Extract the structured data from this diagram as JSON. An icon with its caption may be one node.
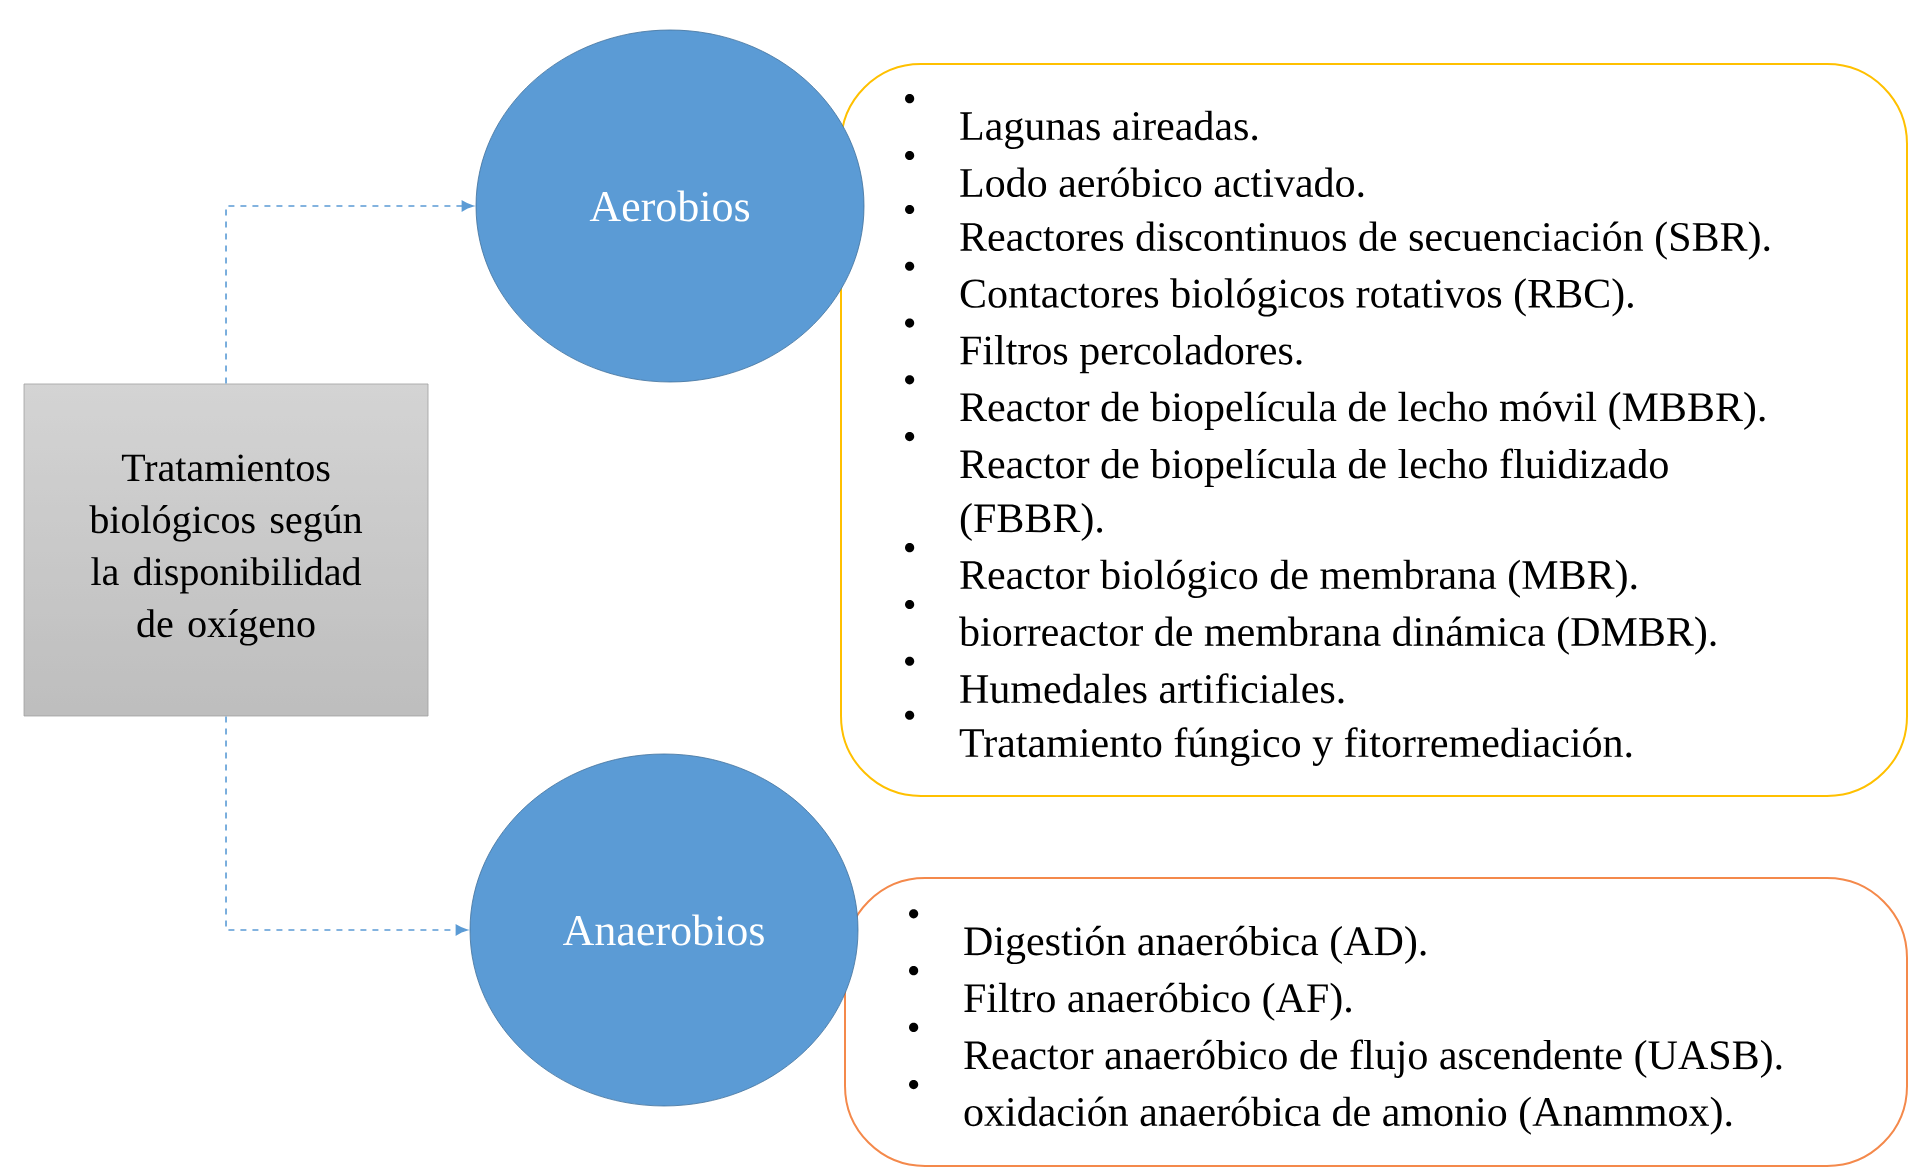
{
  "diagram": {
    "nodes": [
      {
        "text": [
          "Tratamientos biológicos según la disponibilidad de oxígeno"
        ]
      },
      {
        "text": [
          "Aerobios"
        ]
      },
      {
        "text": [
          "Lagunas aireadas.",
          "Lodo aeróbico activado.",
          "Reactores discontinuos de secuenciación (SBR).",
          "Contactores biológicos rotativos (RBC).",
          "Filtros percoladores.",
          "Reactor de biopelícula de lecho móvil (MBBR).",
          "Reactor de biopelícula de lecho fluidizado (FBBR).",
          "Reactor biológico de membrana (MBR).",
          "biorreactor de membrana dinámica (DMBR).",
          "Humedales artificiales.",
          "Tratamiento fúngico y fitorremediación."
        ]
      },
      {
        "text": [
          "Anaerobios"
        ]
      },
      {
        "text": [
          "Digestión anaeróbica (AD).",
          "Filtro anaeróbico (AF).",
          "Reactor anaeróbico de flujo ascendente (UASB).",
          "oxidación anaeróbica de amonio (Anammox)."
        ]
      }
    ],
    "edges": [
      {
        "from": 0,
        "to": 1,
        "arrow": "to",
        "style": "dashed"
      },
      {
        "from": 0,
        "to": 3,
        "arrow": "to",
        "style": "dashed"
      }
    ]
  }
}
